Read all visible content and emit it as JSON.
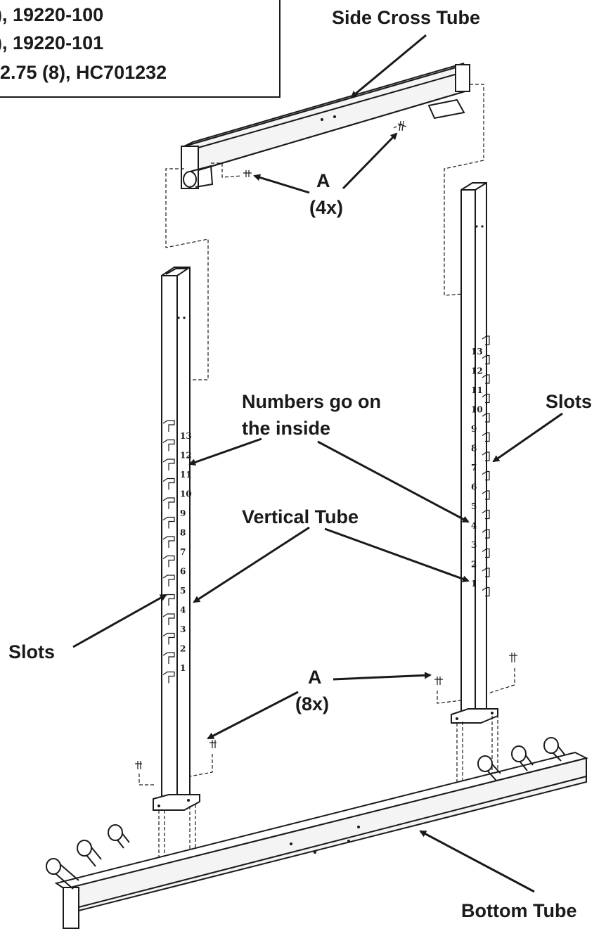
{
  "parts_box": {
    "line1": "), 19220-100",
    "line2": "), 19220-101",
    "line3": "2.75 (8), HC701232"
  },
  "labels": {
    "side_cross_tube": "Side Cross Tube",
    "hardware_a_top": "A",
    "hardware_a_top_count": "(4x)",
    "numbers_inside_1": "Numbers go on",
    "numbers_inside_2": "the inside",
    "slots_right": "Slots",
    "vertical_tube": "Vertical Tube",
    "slots_left": "Slots",
    "hardware_a_bottom": "A",
    "hardware_a_bottom_count": "(8x)",
    "bottom_tube": "Bottom Tube"
  },
  "slot_numbers": [
    "13",
    "12",
    "11",
    "10",
    "9",
    "8",
    "7",
    "6",
    "5",
    "4",
    "3",
    "2",
    "1"
  ]
}
